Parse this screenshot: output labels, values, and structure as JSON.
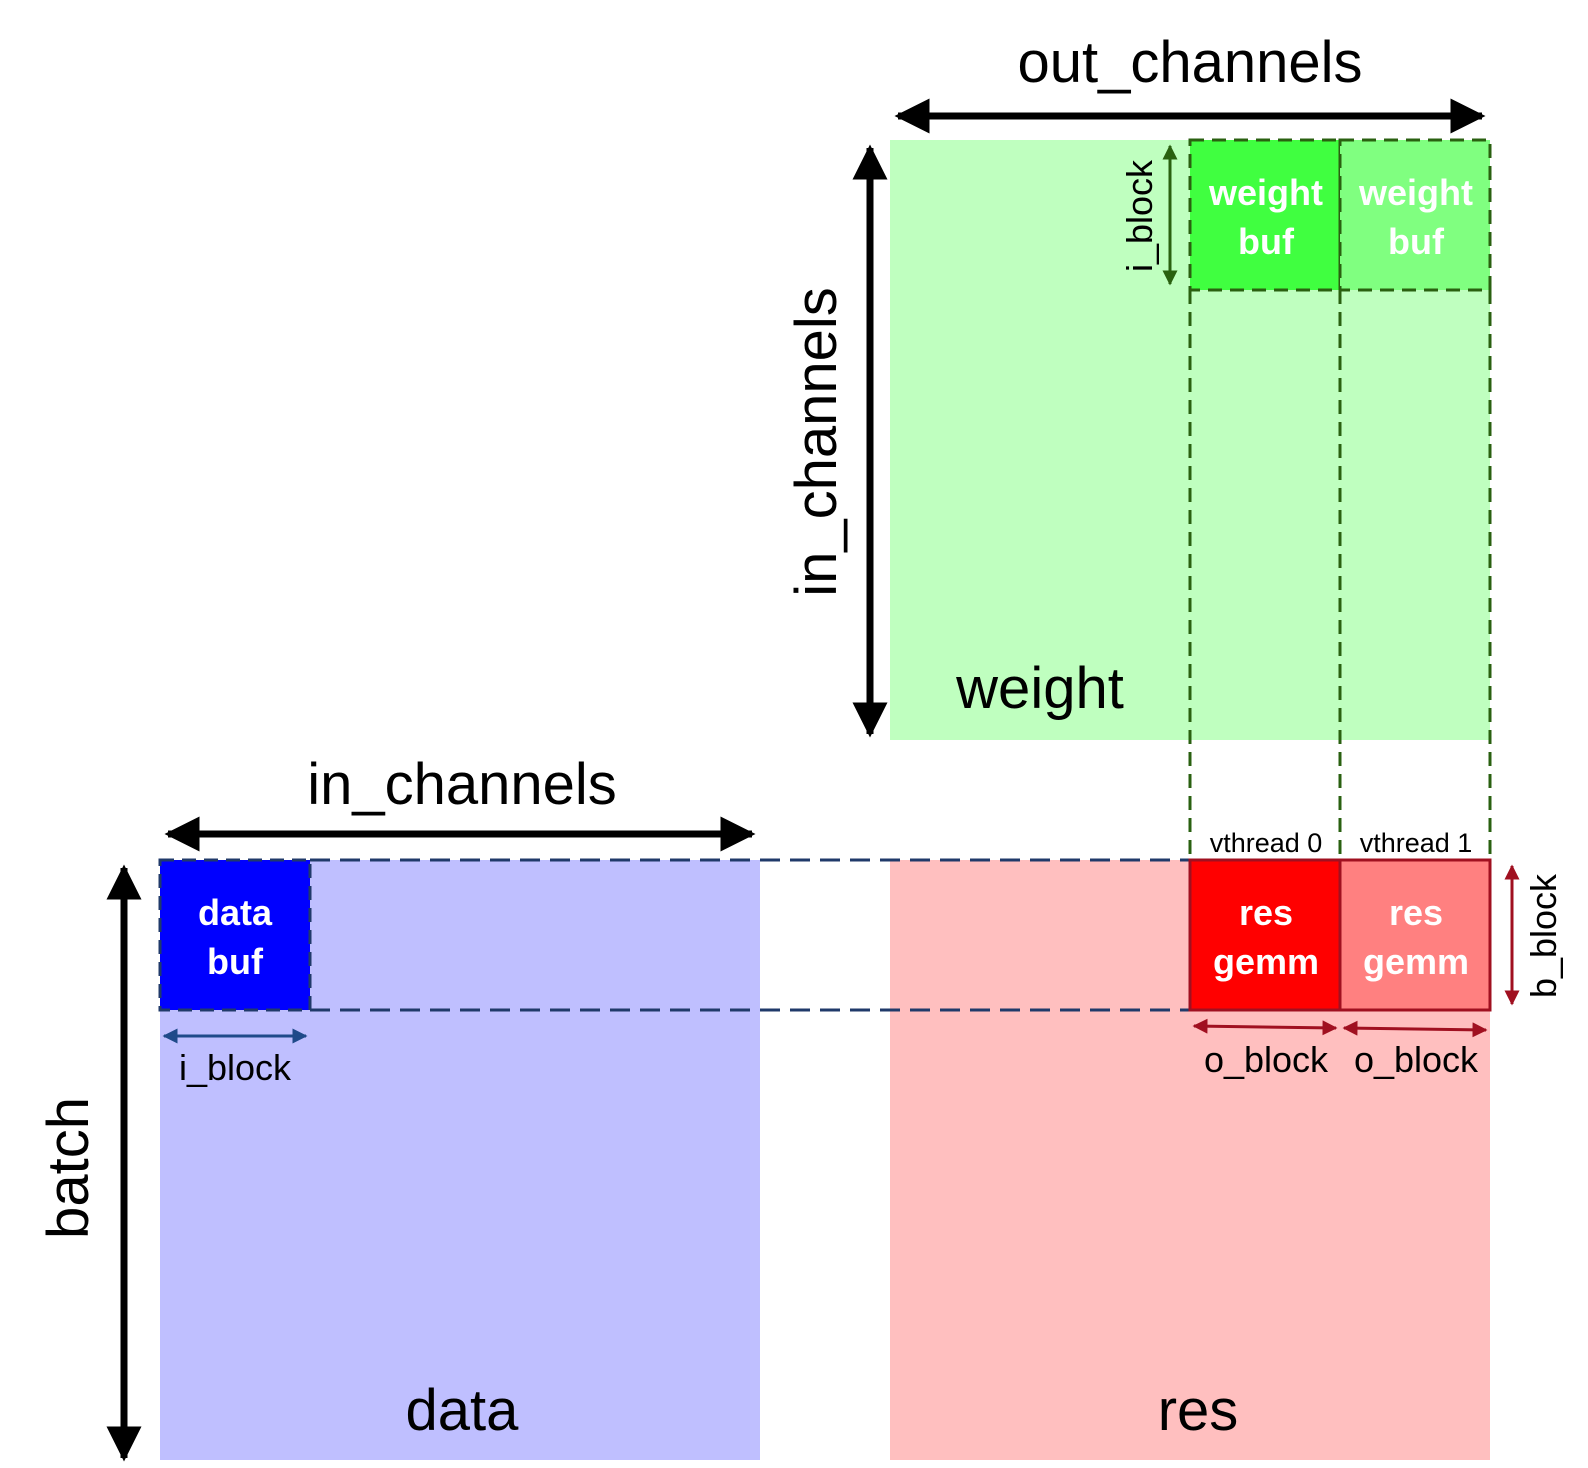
{
  "labels": {
    "out_channels": "out_channels",
    "in_channels_weight": "in_channels",
    "in_channels_data": "in_channels",
    "batch": "batch",
    "weight": "weight",
    "data": "data",
    "res": "res",
    "i_block_weight": "i_block",
    "i_block_data": "i_block",
    "b_block": "b_block",
    "o_block_0": "o_block",
    "o_block_1": "o_block",
    "vthread_0": "vthread 0",
    "vthread_1": "vthread 1"
  },
  "buffers": {
    "weight_buf_0": [
      "weight",
      "buf"
    ],
    "weight_buf_1": [
      "weight",
      "buf"
    ],
    "data_buf": [
      "data",
      "buf"
    ],
    "res_gemm_0": [
      "res",
      "gemm"
    ],
    "res_gemm_1": [
      "res",
      "gemm"
    ]
  },
  "colors": {
    "weight_matrix": "#bfffbf",
    "weight_buf_0": "#40ff40",
    "weight_buf_1": "#80ff80",
    "data_matrix": "#bfbfff",
    "data_buf": "#0000ff",
    "res_matrix": "#ffbfbf",
    "res_gemm_0": "#ff0000",
    "res_gemm_1": "#ff8080",
    "green_dash": "#2a6010",
    "blue_dash": "#203a6a",
    "red_line": "#a01020",
    "arrow": "#000000"
  }
}
